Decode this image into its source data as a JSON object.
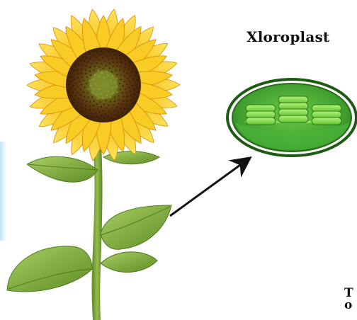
{
  "diagram": {
    "title": "Xloroplast",
    "corner_text": "T\no",
    "arrow": {
      "from": "leaf",
      "to": "chloroplast"
    }
  },
  "colors": {
    "petal": "#f6c21c",
    "petal_dark": "#e99a0b",
    "disc": "#6b3e10",
    "disc_center": "#7a8a2a",
    "stem": "#6f9a2c",
    "leaf": "#8bb548",
    "leaf_dark": "#4f7a1f",
    "chloroplast_outer": "#1f5a14",
    "chloroplast_fill": "#4cae3a",
    "thylakoid": "#7fdc4a",
    "arrow": "#111111"
  },
  "icons": [
    "sunflower-illustration",
    "chloroplast-illustration",
    "arrow-icon"
  ]
}
